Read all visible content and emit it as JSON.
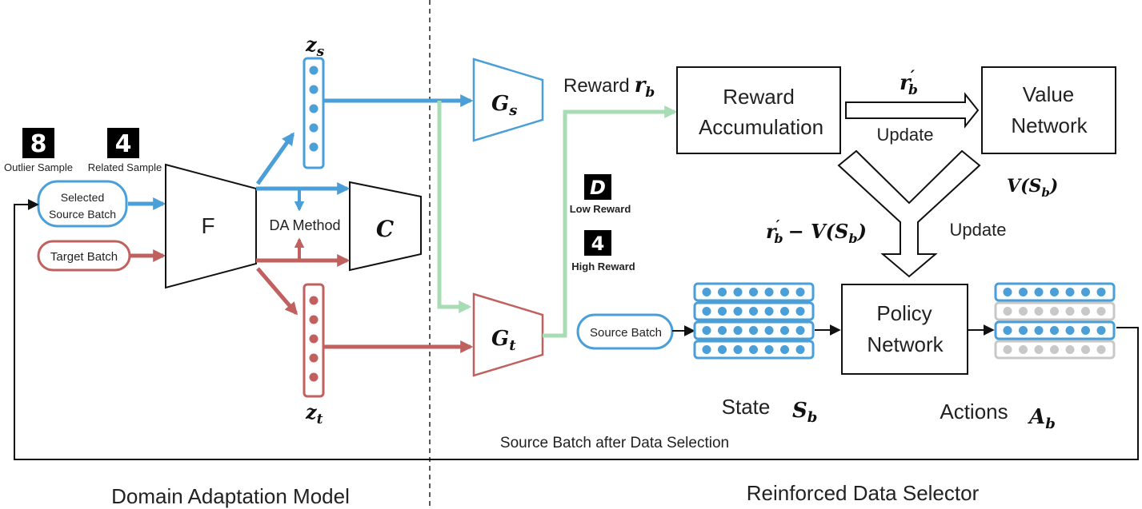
{
  "left_section": {
    "title": "Domain Adaptation Model"
  },
  "right_section": {
    "title": "Reinforced Data Selector"
  },
  "samples": {
    "outlier": {
      "label": "Outlier Sample",
      "glyph": "8"
    },
    "related": {
      "label": "Related Sample",
      "glyph": "4"
    }
  },
  "inputs": {
    "selected_source": {
      "line1": "Selected",
      "line2": "Source Batch"
    },
    "target": {
      "label": "Target Batch"
    }
  },
  "modules": {
    "feature_extractor": "F",
    "classifier": "C",
    "da_method": "DA Method",
    "generator_s": {
      "base": "G",
      "sub": "s"
    },
    "generator_t": {
      "base": "G",
      "sub": "t"
    }
  },
  "features": {
    "zs": {
      "base": "z",
      "sub": "s"
    },
    "zt": {
      "base": "z",
      "sub": "t"
    }
  },
  "reward": {
    "label": "Reward",
    "symbol_base": "r",
    "symbol_sub": "b",
    "low": {
      "label": "Low Reward",
      "glyph": "D"
    },
    "high": {
      "label": "High Reward",
      "glyph": "4"
    }
  },
  "selector": {
    "reward_accumulation": {
      "line1": "Reward",
      "line2": "Accumulation"
    },
    "value_network": {
      "line1": "Value",
      "line2": "Network"
    },
    "policy_network": {
      "line1": "Policy",
      "line2": "Network"
    },
    "r_prime": {
      "base": "r",
      "prime": "′",
      "sub": "b"
    },
    "update_top": "Update",
    "update_right": "Update",
    "value_symbol": {
      "prefix": "V(",
      "base": "S",
      "sub": "b",
      "suffix": ")"
    },
    "advantage": {
      "r": "r",
      "prime": "′",
      "sub": "b",
      "minus": "− V(",
      "s": "S",
      "s_sub": "b",
      "close": ")"
    },
    "source_batch": "Source Batch",
    "state": {
      "label": "State",
      "base": "S",
      "sub": "b"
    },
    "actions": {
      "label": "Actions",
      "base": "A",
      "sub": "b"
    },
    "feedback": "Source Batch after Data Selection"
  },
  "colors": {
    "source": "#4a9fd8",
    "target": "#c0615f",
    "reward": "#a8dcb5",
    "unselected": "#c8c8c8",
    "line": "#111111"
  }
}
